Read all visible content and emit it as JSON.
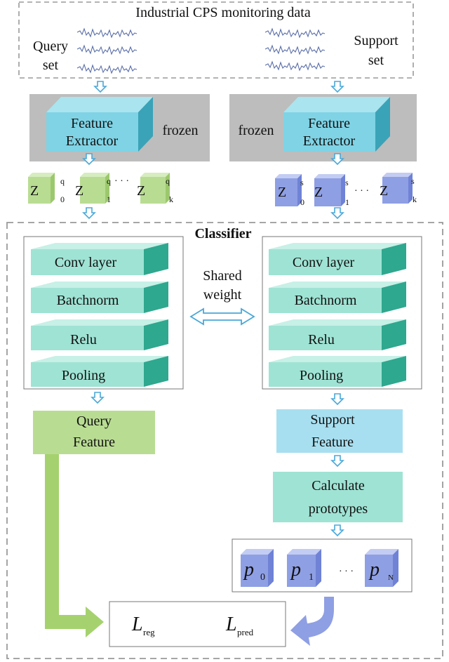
{
  "top_box": {
    "title": "Industrial CPS monitoring data",
    "query_label_1": "Query",
    "query_label_2": "set",
    "support_label_1": "Support",
    "support_label_2": "set"
  },
  "extractor_left": {
    "line1": "Feature",
    "line2": "Extractor",
    "state": "frozen"
  },
  "extractor_right": {
    "line1": "Feature",
    "line2": "Extractor",
    "state": "frozen"
  },
  "query_features": {
    "symbol": "Z",
    "superscript": "q",
    "subscripts": [
      "0",
      "1",
      "k"
    ],
    "ellipsis": "· · ·",
    "color": "#b9dc93"
  },
  "support_features": {
    "symbol": "Z",
    "superscript": "s",
    "subscripts": [
      "0",
      "1",
      "k"
    ],
    "ellipsis": "· · ·",
    "color": "#8f9fe3"
  },
  "classifier": {
    "title": "Classifier",
    "layers": [
      "Conv layer",
      "Batchnorm",
      "Relu",
      "Pooling"
    ],
    "shared_line1": "Shared",
    "shared_line2": "weight",
    "layer_color": "#9fe3d4",
    "layer_side_color": "#2ea88f"
  },
  "query_feature": {
    "line1": "Query",
    "line2": "Feature",
    "color": "#b9dc93"
  },
  "support_feature": {
    "line1": "Support",
    "line2": "Feature",
    "color": "#a8dff0"
  },
  "calc_prototypes": {
    "line1": "Calculate",
    "line2": "prototypes",
    "color": "#9fe3d4"
  },
  "prototypes": {
    "symbol": "p",
    "subscripts": [
      "0",
      "1",
      "N"
    ],
    "ellipsis": "· · ·"
  },
  "loss": {
    "reg_symbol": "L",
    "reg_sub": "reg",
    "pred_symbol": "L",
    "pred_sub": "pred"
  },
  "colors": {
    "arrow_outline": "#4aa8d8",
    "extractor_bg": "#bdbdbd",
    "extractor_face": "#7fd3e5",
    "extractor_side": "#3aa3b8",
    "dashed": "#9a9a9a",
    "green_arrow": "#a5d26e",
    "blue_arrow": "#8f9fe3"
  }
}
